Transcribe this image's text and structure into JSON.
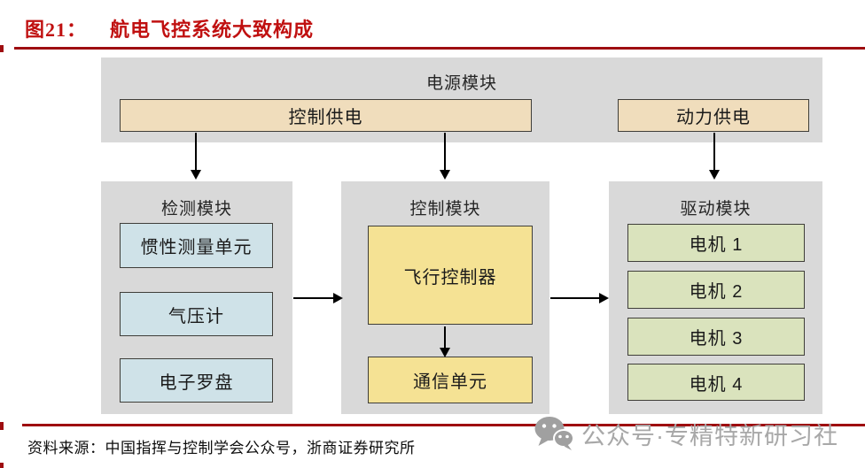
{
  "header": {
    "figure_label": "图21：",
    "title": "航电飞控系统大致构成"
  },
  "diagram": {
    "power_module": {
      "label": "电源模块",
      "control_supply": "控制供电",
      "power_supply": "动力供电"
    },
    "detection_module": {
      "label": "检测模块",
      "items": [
        "惯性测量单元",
        "气压计",
        "电子罗盘"
      ]
    },
    "control_module": {
      "label": "控制模块",
      "flight_controller": "飞行控制器",
      "comm_unit": "通信单元"
    },
    "drive_module": {
      "label": "驱动模块",
      "motors": [
        "电机 1",
        "电机 2",
        "电机 3",
        "电机 4"
      ]
    }
  },
  "footer": {
    "source": "资料来源：中国指挥与控制学会公众号，浙商证券研究所"
  },
  "watermark": {
    "icon": "wechat-icon",
    "text": "公众号·专精特新研习社"
  },
  "colors": {
    "accent-red": "#c01010",
    "rule-red": "#9e0d10",
    "panel-gray": "#d9d9d9",
    "supply-tan": "#f0ddbc",
    "sensor-blue": "#cfe2e8",
    "control-yellow": "#f5e294",
    "motor-green": "#dae3bd",
    "box-border": "#3f3e39",
    "watermark-gray": "#a8a8a8"
  }
}
